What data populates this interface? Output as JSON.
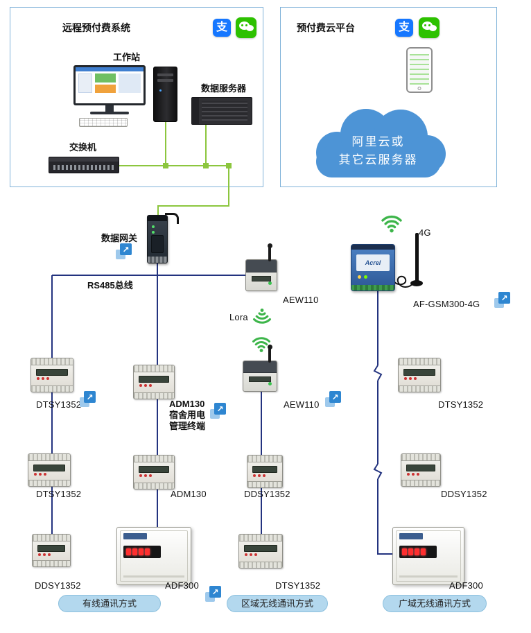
{
  "panel_left": {
    "title": "远程预付费系统",
    "workstation_label": "工作站",
    "server_label": "数据服务器",
    "switch_label": "交换机"
  },
  "panel_right": {
    "title": "预付费云平台",
    "cloud_line1": "阿里云或",
    "cloud_line2": "其它云服务器"
  },
  "gateway": {
    "label": "数据网关"
  },
  "bus": {
    "rs485_label": "RS485总线"
  },
  "wireless": {
    "lora_label": "Lora",
    "fourg_label": "4G"
  },
  "devices": {
    "aew110_top": "AEW110",
    "aew110_mid": "AEW110",
    "af_gsm300": "AF-GSM300-4G",
    "gsm_brand": "Acrel",
    "col1_m1": "DTSY1352",
    "col1_m2": "DTSY1352",
    "col1_m3": "DDSY1352",
    "col2_m1_line1": "ADM130",
    "col2_m1_line2": "宿舍用电",
    "col2_m1_line3": "管理终端",
    "col2_m2": "ADM130",
    "col2_m3": "ADF300",
    "col3_m1": "DDSY1352",
    "col3_m2": "DTSY1352",
    "col4_m1": "DTSY1352",
    "col4_m2": "DDSY1352",
    "col4_m3": "ADF300"
  },
  "footers": {
    "wired": "有线通讯方式",
    "regional": "区域无线通讯方式",
    "wide": "广域无线通讯方式"
  },
  "icons": {
    "alipay_glyph": "支",
    "arrow_glyph": "↗"
  },
  "colors": {
    "line_green": "#8cc63e",
    "line_navy": "#23337f",
    "cloud_blue": "#4d94d6",
    "pill_bg": "#b3d8ee",
    "wifi_green": "#3db54a",
    "alipay_blue": "#1677ff",
    "wechat_green": "#2dc100",
    "arrow_blue": "#2e86d1"
  }
}
